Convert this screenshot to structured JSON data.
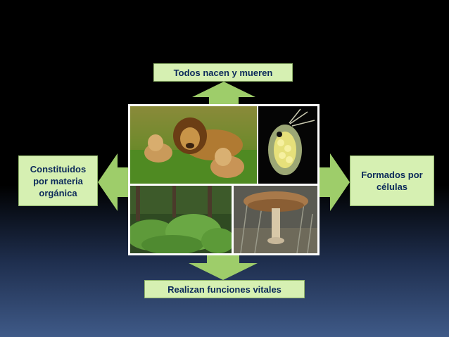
{
  "labels": {
    "top": "Todos nacen y mueren",
    "bottom": "Realizan funciones vitales",
    "left": "Constituidos por materia orgánica",
    "right": "Formados por células"
  },
  "colors": {
    "box_fill": "#d6f0b2",
    "arrow_fill": "#9ecd6a",
    "text": "#0c2a5a"
  },
  "images": [
    {
      "name": "lions-photo"
    },
    {
      "name": "daphnia-photo"
    },
    {
      "name": "ferns-photo"
    },
    {
      "name": "mushroom-photo"
    }
  ]
}
